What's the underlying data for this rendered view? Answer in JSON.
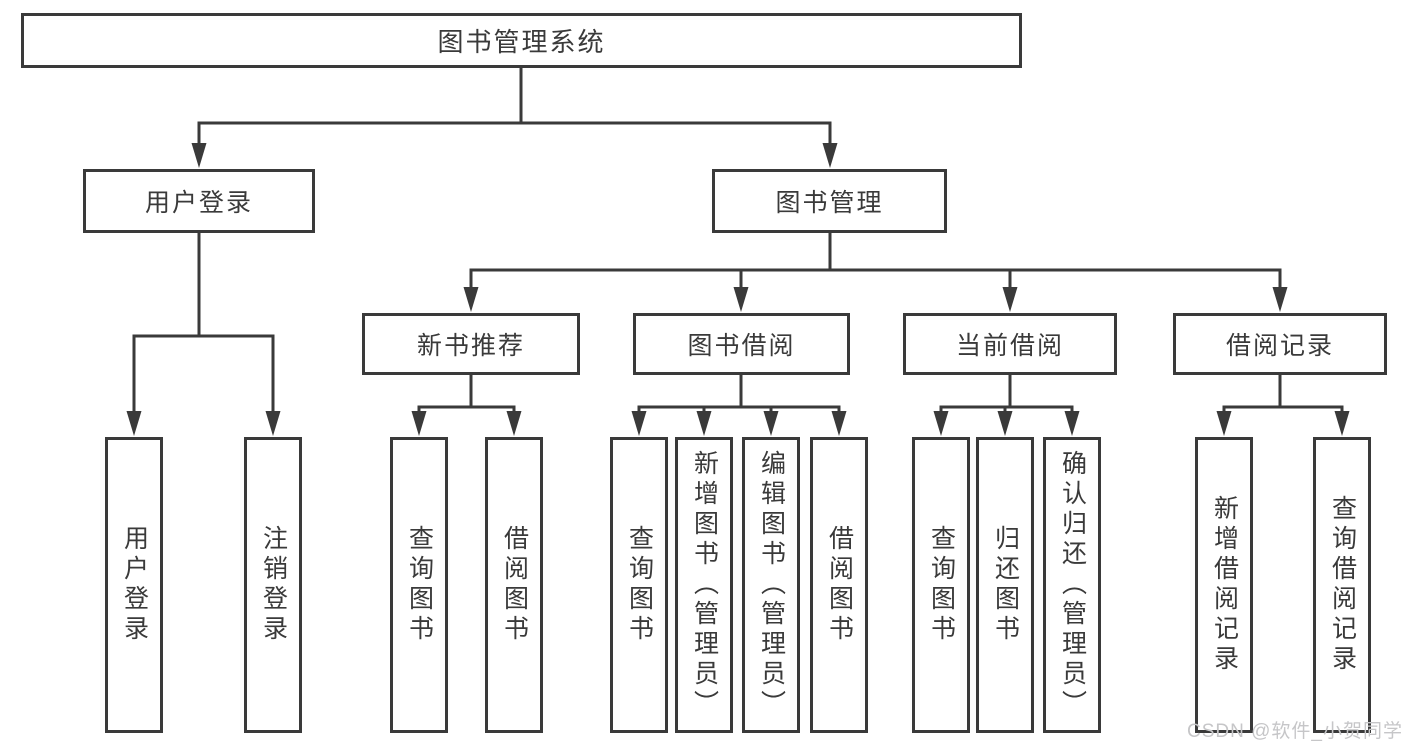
{
  "colors": {
    "line": "#3a3a3a",
    "text": "#3a3a3a",
    "background": "#ffffff",
    "watermark": "#c6c6c8"
  },
  "diagram": {
    "type": "hierarchy-tree",
    "root": {
      "label": "图书管理系统"
    },
    "level2": [
      {
        "label": "用户登录",
        "parent": "图书管理系统"
      },
      {
        "label": "图书管理",
        "parent": "图书管理系统"
      }
    ],
    "level3": [
      {
        "label": "新书推荐",
        "parent": "图书管理"
      },
      {
        "label": "图书借阅",
        "parent": "图书管理"
      },
      {
        "label": "当前借阅",
        "parent": "图书管理"
      },
      {
        "label": "借阅记录",
        "parent": "图书管理"
      }
    ],
    "leaves": [
      {
        "label": "用户登录",
        "parent": "用户登录"
      },
      {
        "label": "注销登录",
        "parent": "用户登录"
      },
      {
        "label": "查询图书",
        "parent": "新书推荐"
      },
      {
        "label": "借阅图书",
        "parent": "新书推荐"
      },
      {
        "label": "查询图书",
        "parent": "图书借阅"
      },
      {
        "label": "新增图书（管理员）",
        "parent": "图书借阅"
      },
      {
        "label": "编辑图书（管理员）",
        "parent": "图书借阅"
      },
      {
        "label": "借阅图书",
        "parent": "图书借阅"
      },
      {
        "label": "查询图书",
        "parent": "当前借阅"
      },
      {
        "label": "归还图书",
        "parent": "当前借阅"
      },
      {
        "label": "确认归还（管理员）",
        "parent": "当前借阅"
      },
      {
        "label": "新增借阅记录",
        "parent": "借阅记录"
      },
      {
        "label": "查询借阅记录",
        "parent": "借阅记录"
      }
    ]
  },
  "watermark": {
    "text": "CSDN @软件_小贺同学"
  }
}
